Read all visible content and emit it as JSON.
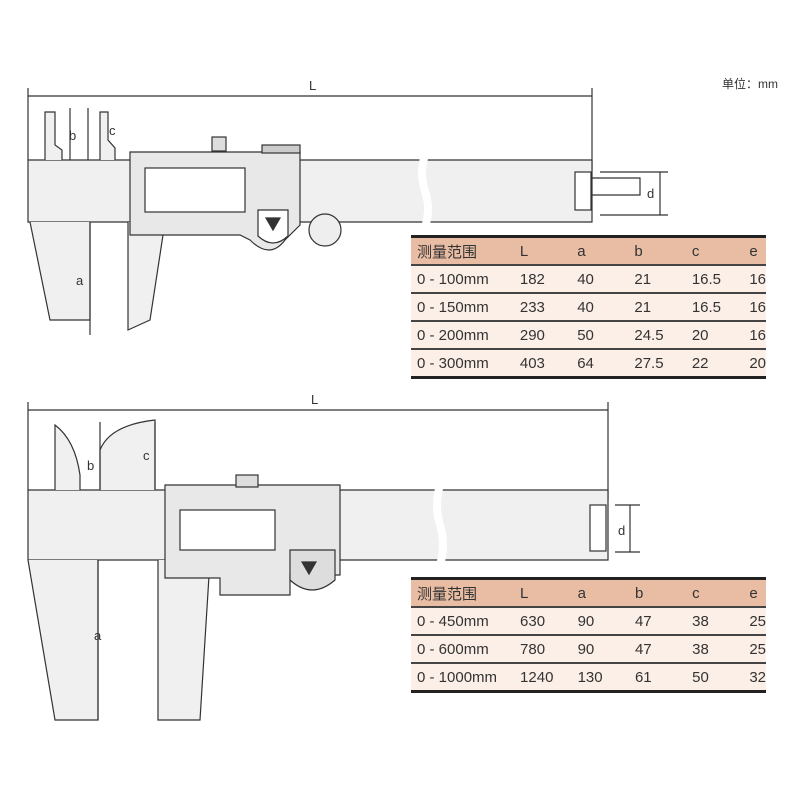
{
  "unit_label": "单位：mm",
  "dimension_labels": {
    "L": "L",
    "a": "a",
    "b": "b",
    "c": "c",
    "d": "d"
  },
  "tables": [
    {
      "headers": [
        "测量范围",
        "L",
        "a",
        "b",
        "c",
        "e"
      ],
      "rows": [
        [
          "0 - 100mm",
          "182",
          "40",
          "21",
          "16.5",
          "16"
        ],
        [
          "0 - 150mm",
          "233",
          "40",
          "21",
          "16.5",
          "16"
        ],
        [
          "0 - 200mm",
          "290",
          "50",
          "24.5",
          "20",
          "16"
        ],
        [
          "0 - 300mm",
          "403",
          "64",
          "27.5",
          "22",
          "20"
        ]
      ]
    },
    {
      "headers": [
        "测量范围",
        "L",
        "a",
        "b",
        "c",
        "e"
      ],
      "rows": [
        [
          "0 - 450mm",
          "630",
          "90",
          "47",
          "38",
          "25"
        ],
        [
          "0 - 600mm",
          "780",
          "90",
          "47",
          "38",
          "25"
        ],
        [
          "0 - 1000mm",
          "1240",
          "130",
          "61",
          "50",
          "32"
        ]
      ]
    }
  ],
  "colors": {
    "header": "#e9bda4",
    "row": "#fcefe7",
    "line": "#333333"
  }
}
